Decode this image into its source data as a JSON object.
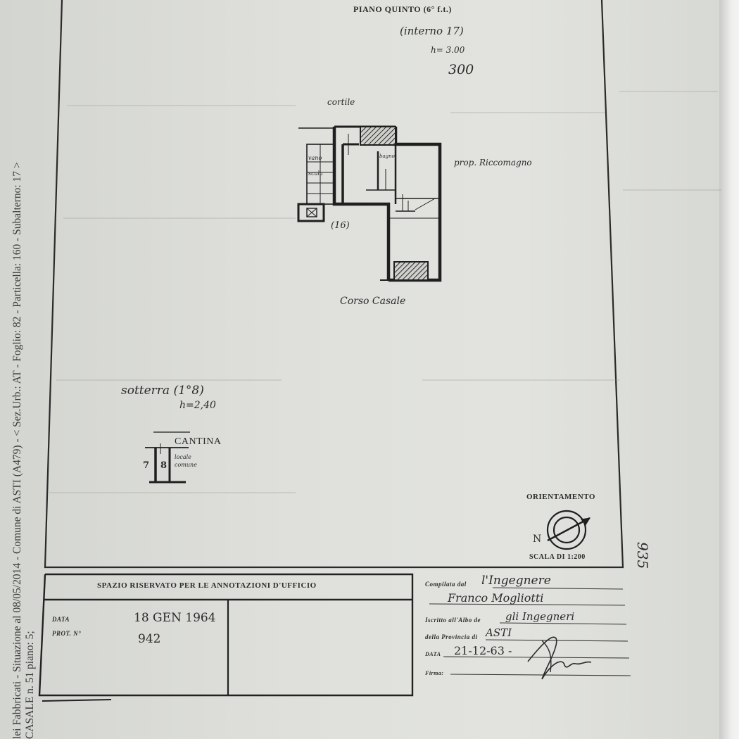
{
  "side_label": {
    "line1": "lei Fabbricati - Situazione al 08/05/2014 - Comune di ASTI (A479) - < Sez.Urb.: AT - Foglio: 82 - Particella: 160 - Subalterno: 17 >",
    "line2": "CASALE n. 51 piano: 5;"
  },
  "plan": {
    "floor_title": "PIANO QUINTO (6° f.t.)",
    "interno": "(interno 17)",
    "height_label": "h= 3.00",
    "height_value": "300",
    "courtyard_label": "cortile",
    "neighbor_label": "prop. Riccomagno",
    "stair_label": "vano scala",
    "kitchen_label": "bagno",
    "unit_number": "(16)",
    "street_label": "Corso Casale"
  },
  "basement": {
    "title": "sotterra (1°8)",
    "height": "h=2,40",
    "cellar_label": "CANTINA",
    "cell_numbers": [
      "7",
      "8"
    ],
    "note": "locale comune"
  },
  "orientation": {
    "title": "ORIENTAMENTO",
    "north_label": "N",
    "scale": "SCALA DI 1:200"
  },
  "margin_number": "935",
  "office": {
    "header": "SPAZIO RISERVATO PER LE ANNOTAZIONI D'UFFICIO",
    "date_label": "DATA",
    "date_value": "18 GEN 1964",
    "prot_label": "PROT. N°",
    "prot_value": "942"
  },
  "compiler": {
    "compiled_label": "Compilata dal",
    "compiled_value": "l'Ingegnere",
    "name": "Franco Mogliotti",
    "registered_label": "Iscritto all'Albo de",
    "registered_value": "gli Ingegneri",
    "province_label": "della Provincia di",
    "province_value": "ASTI",
    "date_label": "DATA",
    "date_value": "21-12-63 -",
    "signature_label": "Firma:"
  }
}
